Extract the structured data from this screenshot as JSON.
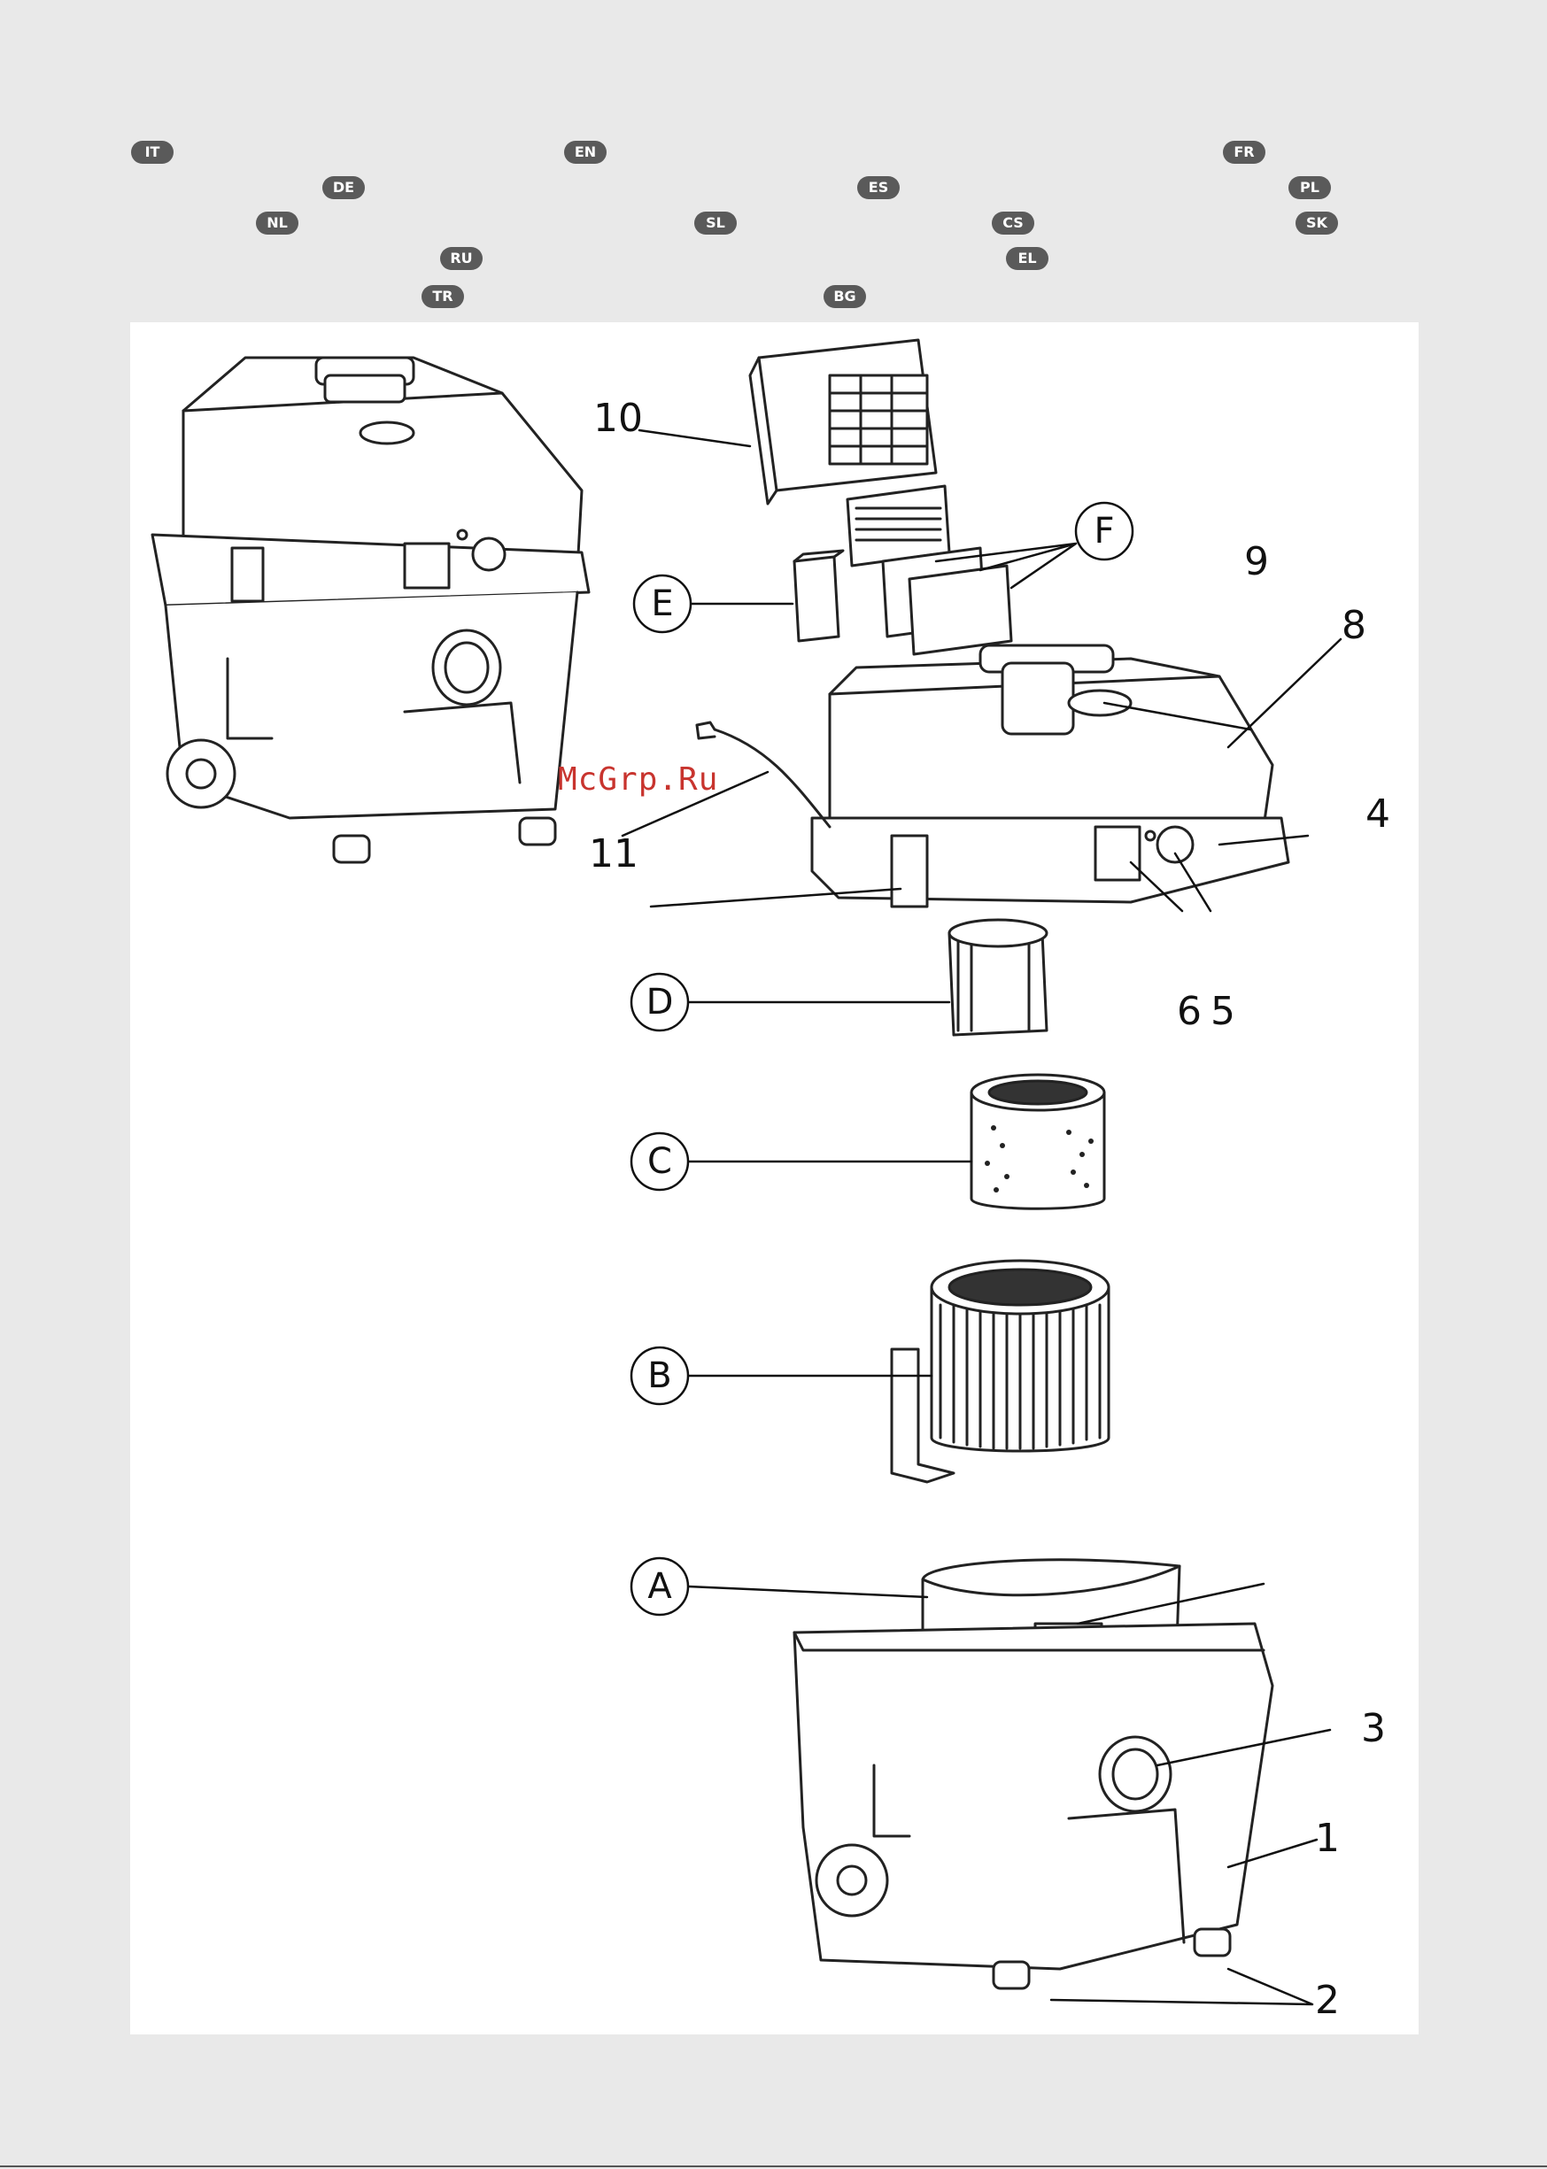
{
  "languages": {
    "top_rows": [
      [
        "IT",
        "EN",
        "FR"
      ],
      [
        "DE",
        "ES",
        "PL"
      ],
      [
        "NL",
        "SL",
        "CS",
        "SK"
      ],
      [
        "RU",
        "EL"
      ],
      [
        "TR",
        "BG"
      ]
    ],
    "legend_column": [
      "IT",
      "EN",
      "FR",
      "DE",
      "ES",
      "PL",
      "NL",
      "SL",
      "CS",
      "SK",
      "RU",
      "EL",
      "TR",
      "BG"
    ]
  },
  "diagram": {
    "part_numbers": [
      "10",
      "9",
      "8",
      "4",
      "11",
      "6",
      "5",
      "3",
      "1",
      "2"
    ],
    "accessory_letters": [
      "F",
      "E",
      "D",
      "C",
      "B",
      "A"
    ]
  },
  "watermark": "McGrp.Ru"
}
